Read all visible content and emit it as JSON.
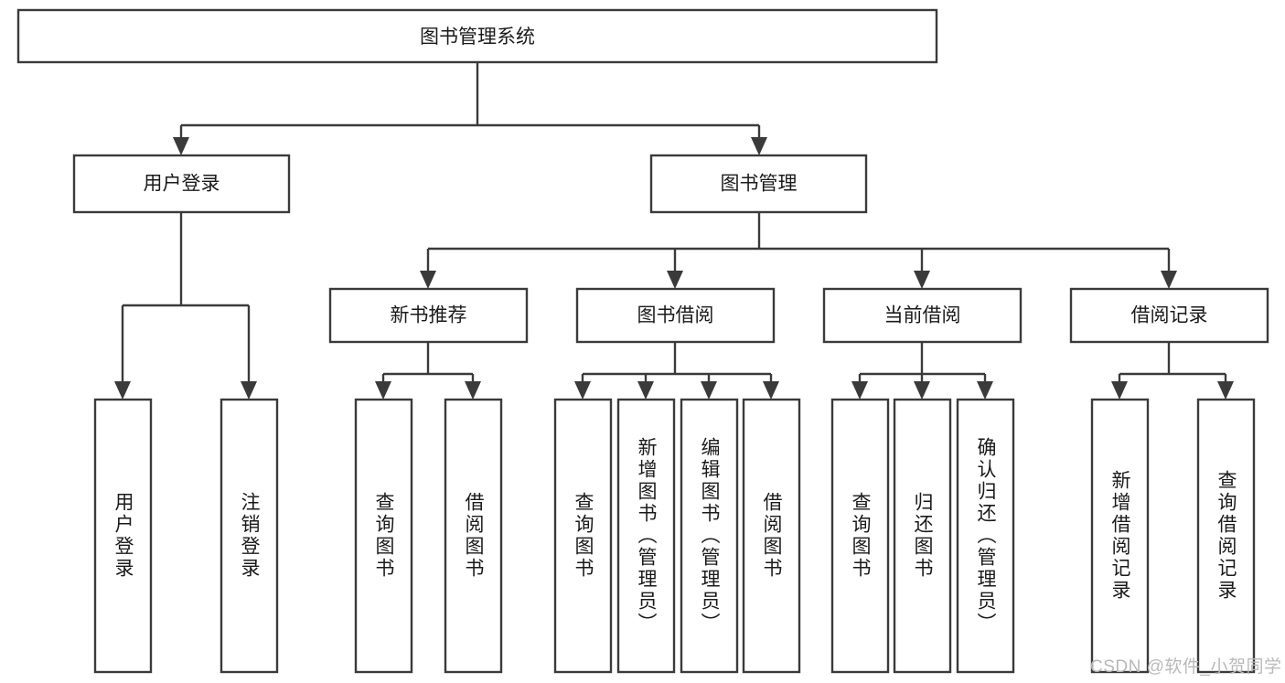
{
  "diagram": {
    "title": "图书管理系统",
    "type": "tree-hierarchy",
    "colors": {
      "stroke": "#3a3a3a",
      "box_fill": "#ffffff",
      "text": "#1a1a1a",
      "background": "#ffffff",
      "watermark": "#b9b9b9"
    },
    "root": {
      "label": "图书管理系统"
    },
    "level2": [
      {
        "label": "用户登录"
      },
      {
        "label": "图书管理"
      }
    ],
    "level3": [
      {
        "label": "新书推荐"
      },
      {
        "label": "图书借阅"
      },
      {
        "label": "当前借阅"
      },
      {
        "label": "借阅记录"
      }
    ],
    "leaves": {
      "user_login": [
        {
          "label": "用户登录"
        },
        {
          "label": "注销登录"
        }
      ],
      "new_book_recommend": [
        {
          "label": "查询图书"
        },
        {
          "label": "借阅图书"
        }
      ],
      "book_borrow": [
        {
          "label": "查询图书"
        },
        {
          "label": "新增图书（管理员）"
        },
        {
          "label": "编辑图书（管理员）"
        },
        {
          "label": "借阅图书"
        }
      ],
      "current_borrow": [
        {
          "label": "查询图书"
        },
        {
          "label": "归还图书"
        },
        {
          "label": "确认归还（管理员）"
        }
      ],
      "borrow_record": [
        {
          "label": "新增借阅记录"
        },
        {
          "label": "查询借阅记录"
        }
      ]
    }
  },
  "watermark": {
    "text": "CSDN @软件_小贺同学"
  }
}
